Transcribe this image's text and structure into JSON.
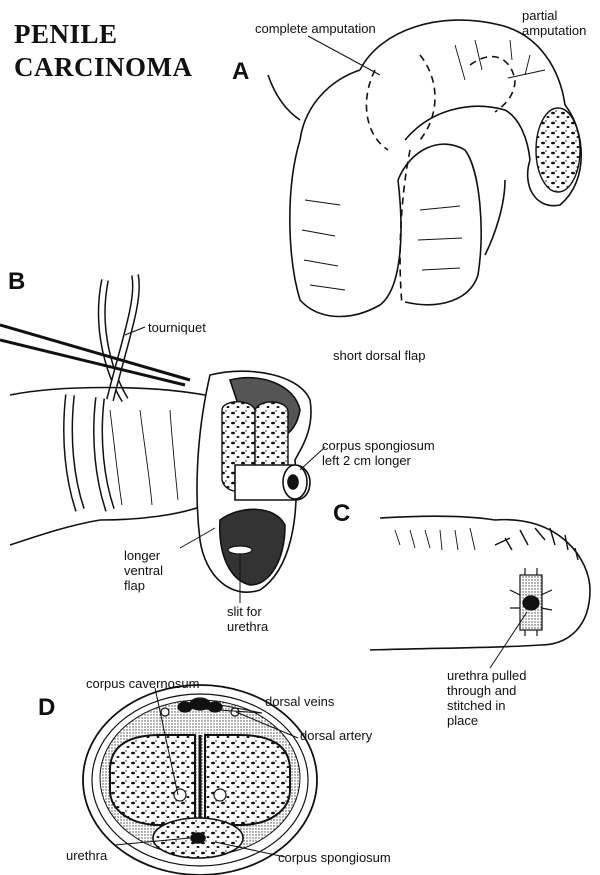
{
  "title": {
    "line1": "PENILE",
    "line2": "CARCINOMA"
  },
  "panels": {
    "a": "A",
    "b": "B",
    "c": "C",
    "d": "D"
  },
  "labels": {
    "complete_amputation": "complete amputation",
    "partial_amputation_1": "partial",
    "partial_amputation_2": "amputation",
    "short_dorsal_flap": "short dorsal flap",
    "tourniquet": "tourniquet",
    "corpus_spongiosum_b_1": "corpus spongiosum",
    "corpus_spongiosum_b_2": "left 2 cm longer",
    "longer_ventral_flap_1": "longer",
    "longer_ventral_flap_2": "ventral",
    "longer_ventral_flap_3": "flap",
    "slit_1": "slit for",
    "slit_2": "urethra",
    "urethra_pulled_1": "urethra pulled",
    "urethra_pulled_2": "through and",
    "urethra_pulled_3": "stitched in",
    "urethra_pulled_4": "place",
    "corpus_cavernosum": "corpus cavernosum",
    "dorsal_veins": "dorsal veins",
    "dorsal_artery": "dorsal artery",
    "urethra_d": "urethra",
    "corpus_spongiosum_d": "corpus spongiosum"
  }
}
